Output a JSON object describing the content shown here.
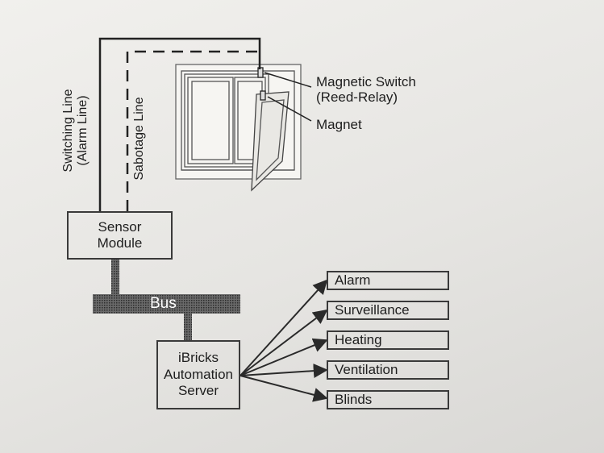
{
  "labels": {
    "magnetic_switch": [
      "Magnetic Switch",
      "(Reed-Relay)"
    ],
    "magnet": "Magnet",
    "switching_line": [
      "Switching Line",
      "(Alarm Line)"
    ],
    "sabotage_line": "Sabotage Line",
    "bus": "Bus"
  },
  "sensor_module": [
    "Sensor",
    "Module"
  ],
  "server": [
    "iBricks",
    "Automation",
    "Server"
  ],
  "outputs": [
    "Alarm",
    "Surveillance",
    "Heating",
    "Ventilation",
    "Blinds"
  ]
}
